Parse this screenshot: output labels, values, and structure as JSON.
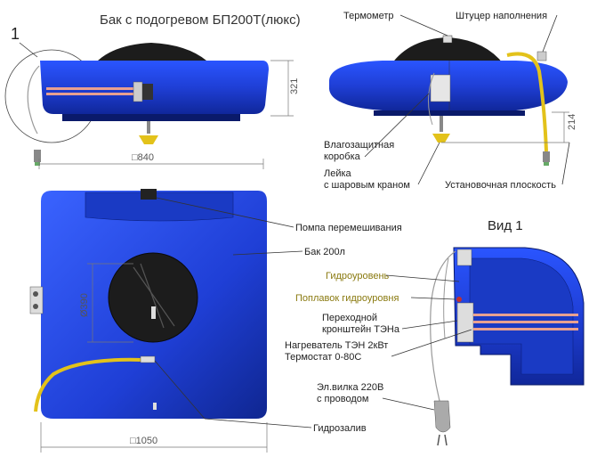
{
  "title": "Бак с подогревом БП200Т(люкс)",
  "detail_marker": "1",
  "view_label": "Вид 1",
  "dimensions": {
    "width_top": "□840",
    "height_side": "321",
    "height_install": "214",
    "width_bottom": "□1050",
    "lid_diameter": "Ø390"
  },
  "labels": {
    "thermometer": "Термометр",
    "fill_fitting": "Штуцер наполнения",
    "moisture_box_1": "Влагозащитная",
    "moisture_box_2": "коробка",
    "watering_can_1": "Лейка",
    "watering_can_2": "с шаровым краном",
    "install_plane": "Установочная плоскость",
    "mixing_pump": "Помпа перемешивания",
    "tank": "Бак 200л",
    "water_level": "Гидроуровень",
    "level_float": "Поплавок гидроуровня",
    "bracket_1": "Переходной",
    "bracket_2": "кронштейн ТЭНа",
    "heater_1": "Нагреватель ТЭН 2кВт",
    "heater_2": "Термостат 0-80С",
    "plug_1": "Эл.вилка 220В",
    "plug_2": "с проводом",
    "hydro_fill": "Гидрозалив"
  },
  "colors": {
    "tank_blue": "#1f3fd6",
    "tank_dark": "#0f2690",
    "lid": "#1c1c1c",
    "hose": "#e3c21a",
    "heater": "#e8a090",
    "callout_yellow": "#8a7a10"
  }
}
